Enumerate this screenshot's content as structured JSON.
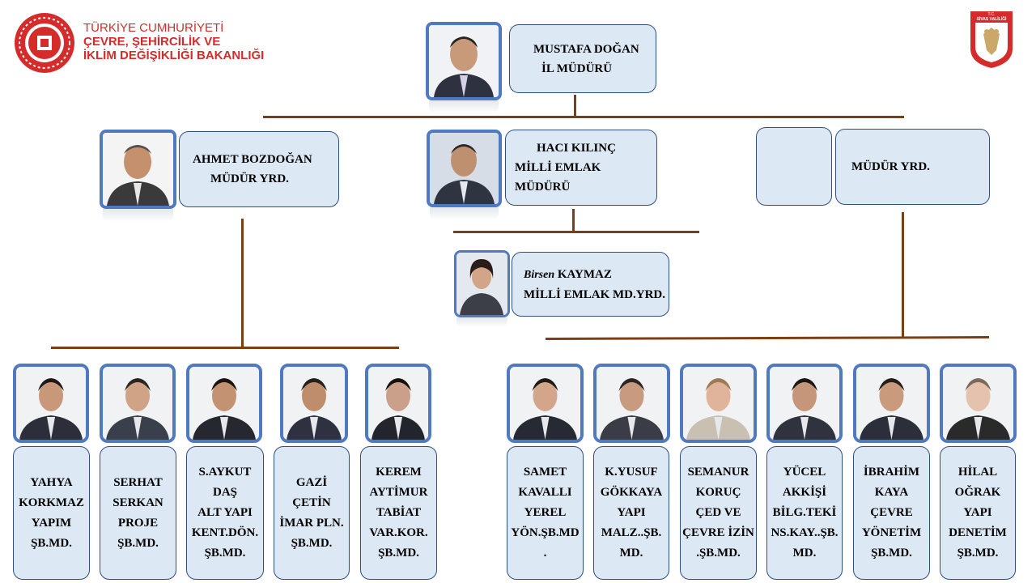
{
  "ministry": {
    "line1": "TÜRKİYE CUMHURİYETİ",
    "line2": "ÇEVRE, ŞEHİRCİLİK VE",
    "line3": "İKLİM DEĞİŞİKLİĞİ BAKANLIĞI",
    "color": "#d52b2b"
  },
  "governor_logo": {
    "line1": "T.C.",
    "line2": "SİVAS VALİLİĞİ",
    "color": "#d52b2b"
  },
  "director": {
    "name": "MUSTAFA DOĞAN",
    "title": "İL MÜDÜRÜ"
  },
  "deputies": [
    {
      "name": "AHMET BOZDOĞAN",
      "title": "MÜDÜR YRD."
    },
    {
      "name": "HACI KILINÇ",
      "title": "MİLLİ EMLAK MÜDÜRÜ"
    },
    {
      "name": "",
      "title": "MÜDÜR YRD."
    }
  ],
  "emlak_deputy": {
    "first": "Birsen",
    "last": "KAYMAZ",
    "title": "MİLLİ EMLAK MD.YRD."
  },
  "branches_left": [
    {
      "lines": [
        "YAHYA",
        "KORKMAZ",
        "YAPIM",
        "ŞB.MD."
      ]
    },
    {
      "lines": [
        "SERHAT",
        "SERKAN",
        "PROJE",
        "ŞB.MD."
      ]
    },
    {
      "lines": [
        "S.AYKUT",
        "DAŞ",
        "ALT YAPI",
        "KENT.DÖN.",
        "ŞB.MD."
      ]
    },
    {
      "lines": [
        "GAZİ",
        "ÇETİN",
        "İMAR PLN.",
        "ŞB.MD."
      ]
    },
    {
      "lines": [
        "KEREM",
        "AYTİMUR",
        "TABİAT",
        "VAR.KOR.",
        "ŞB.MD."
      ]
    }
  ],
  "branches_right": [
    {
      "lines": [
        "SAMET",
        "KAVALLI",
        "YEREL",
        "YÖN.ŞB.MD",
        "."
      ]
    },
    {
      "lines": [
        "K.YUSUF",
        "GÖKKAYA",
        "YAPI",
        "MALZ..ŞB.",
        "MD."
      ]
    },
    {
      "lines": [
        "SEMANUR",
        "KORUÇ",
        "ÇED VE",
        "ÇEVRE İZİN",
        ".ŞB.MD."
      ]
    },
    {
      "lines": [
        "YÜCEL",
        "AKKİŞİ",
        "BİLG.TEKİ",
        "NS.KAY..ŞB.",
        "MD."
      ]
    },
    {
      "lines": [
        "İBRAHİM",
        "KAYA",
        "ÇEVRE",
        "YÖNETİM",
        "ŞB.MD."
      ]
    },
    {
      "lines": [
        "HİLAL",
        "OĞRAK",
        "YAPI",
        "DENETİM",
        "ŞB.MD."
      ]
    }
  ],
  "colors": {
    "connector": "#7b3f16",
    "box_fill": "#dde8f5",
    "box_border": "#2f4f7f",
    "photo_frame": "#4f79c0"
  }
}
